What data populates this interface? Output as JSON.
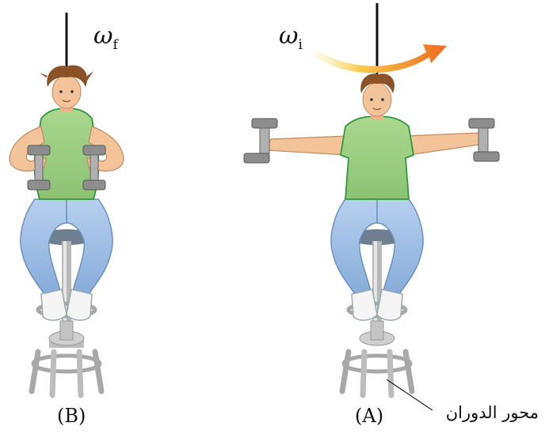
{
  "labels": {
    "omega_f": {
      "symbol": "ω",
      "subscript": "f"
    },
    "omega_i": {
      "symbol": "ω",
      "subscript": "i"
    },
    "caption_b": "(B)",
    "caption_a": "(A)",
    "axis_label": "محور الدوران"
  },
  "colors": {
    "shirt": "#9fcf85",
    "shirt_outline": "#2f9a3a",
    "jeans": "#9fc0e6",
    "skin": "#f3c49a",
    "hair": "#8a5226",
    "stool": "#c9c9c9",
    "dumbbell": "#9a9a9a",
    "arrow_start": "#f6e06a",
    "arrow_end": "#ef6a1e"
  }
}
